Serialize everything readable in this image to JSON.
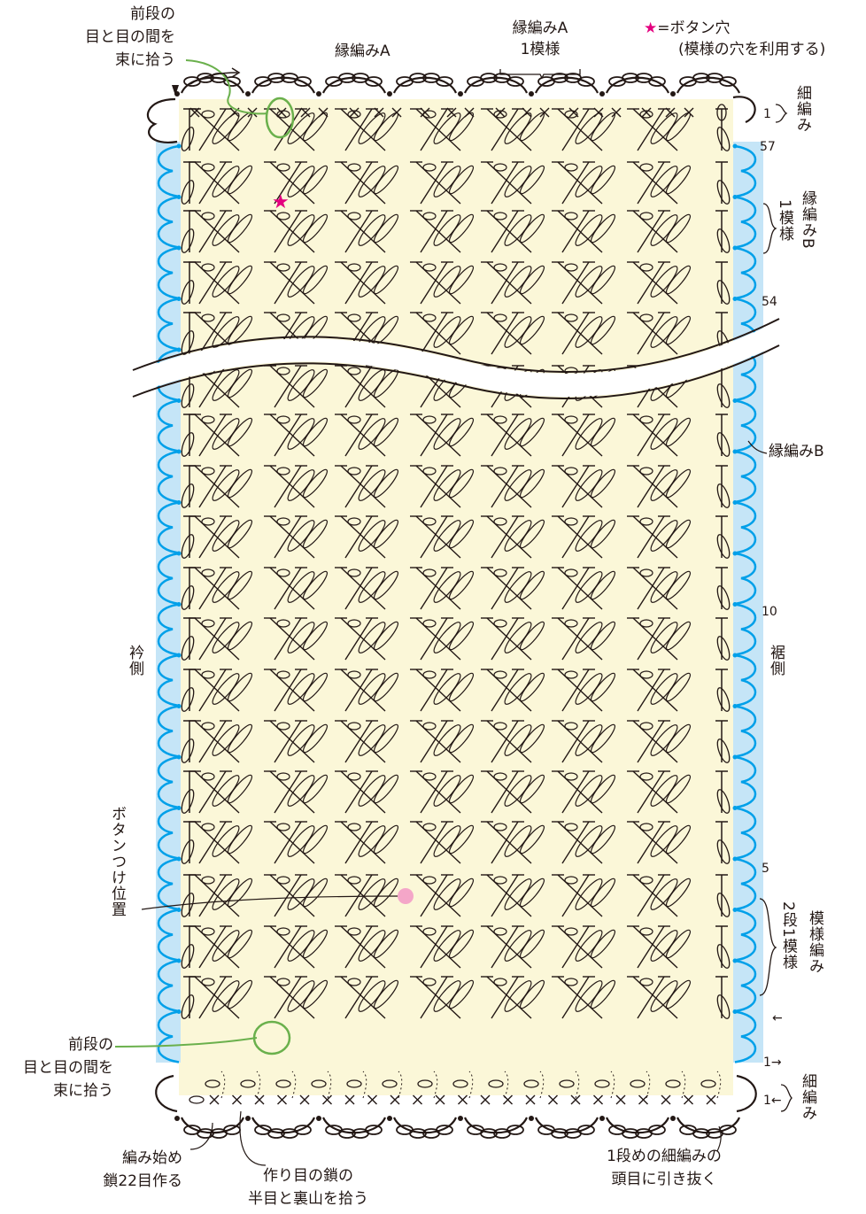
{
  "colors": {
    "fabric": "#fbf7d8",
    "edge_b": "#00a0e9",
    "edge_b_bg": "#c5e5f7",
    "ink": "#231815",
    "callout": "#6ab04c",
    "star": "#e4007f",
    "button": "#f4a6c8"
  },
  "labels": {
    "picks_top": [
      "前段の",
      "目と目の間を",
      "束に拾う"
    ],
    "edge_a_top": "縁編みA",
    "edge_a_repeat": [
      "縁編みA",
      "1模様"
    ],
    "legend_star": "★",
    "legend_text": "=ボタン穴",
    "legend_sub": "(模様の穴を利用する)",
    "sc_top": "細編み",
    "edge_b_repeat": "1模様",
    "edge_b_name": "縁編みB",
    "edge_b_side": "縁編みB",
    "collar": "衿側",
    "hem": "裾側",
    "button_pos": "ボタンつけ位置",
    "pattern_repeat": "2段1模様",
    "pattern_name": "模様編み",
    "picks_bottom": [
      "前段の",
      "目と目の間を",
      "束に拾う"
    ],
    "start": [
      "編み始め",
      "鎖22目作る"
    ],
    "foundation": [
      "作り目の鎖の",
      "半目と裏山を拾う"
    ],
    "slip": [
      "1段めの細編みの",
      "頭目に引き抜く"
    ],
    "sc_bottom": "細編み",
    "row_top_1": "1",
    "row_57": "57",
    "row_54": "54",
    "row_10": "10",
    "row_5": "5",
    "arrow_left": "←",
    "row_1_right": "1→",
    "row_1_left": "1←"
  }
}
